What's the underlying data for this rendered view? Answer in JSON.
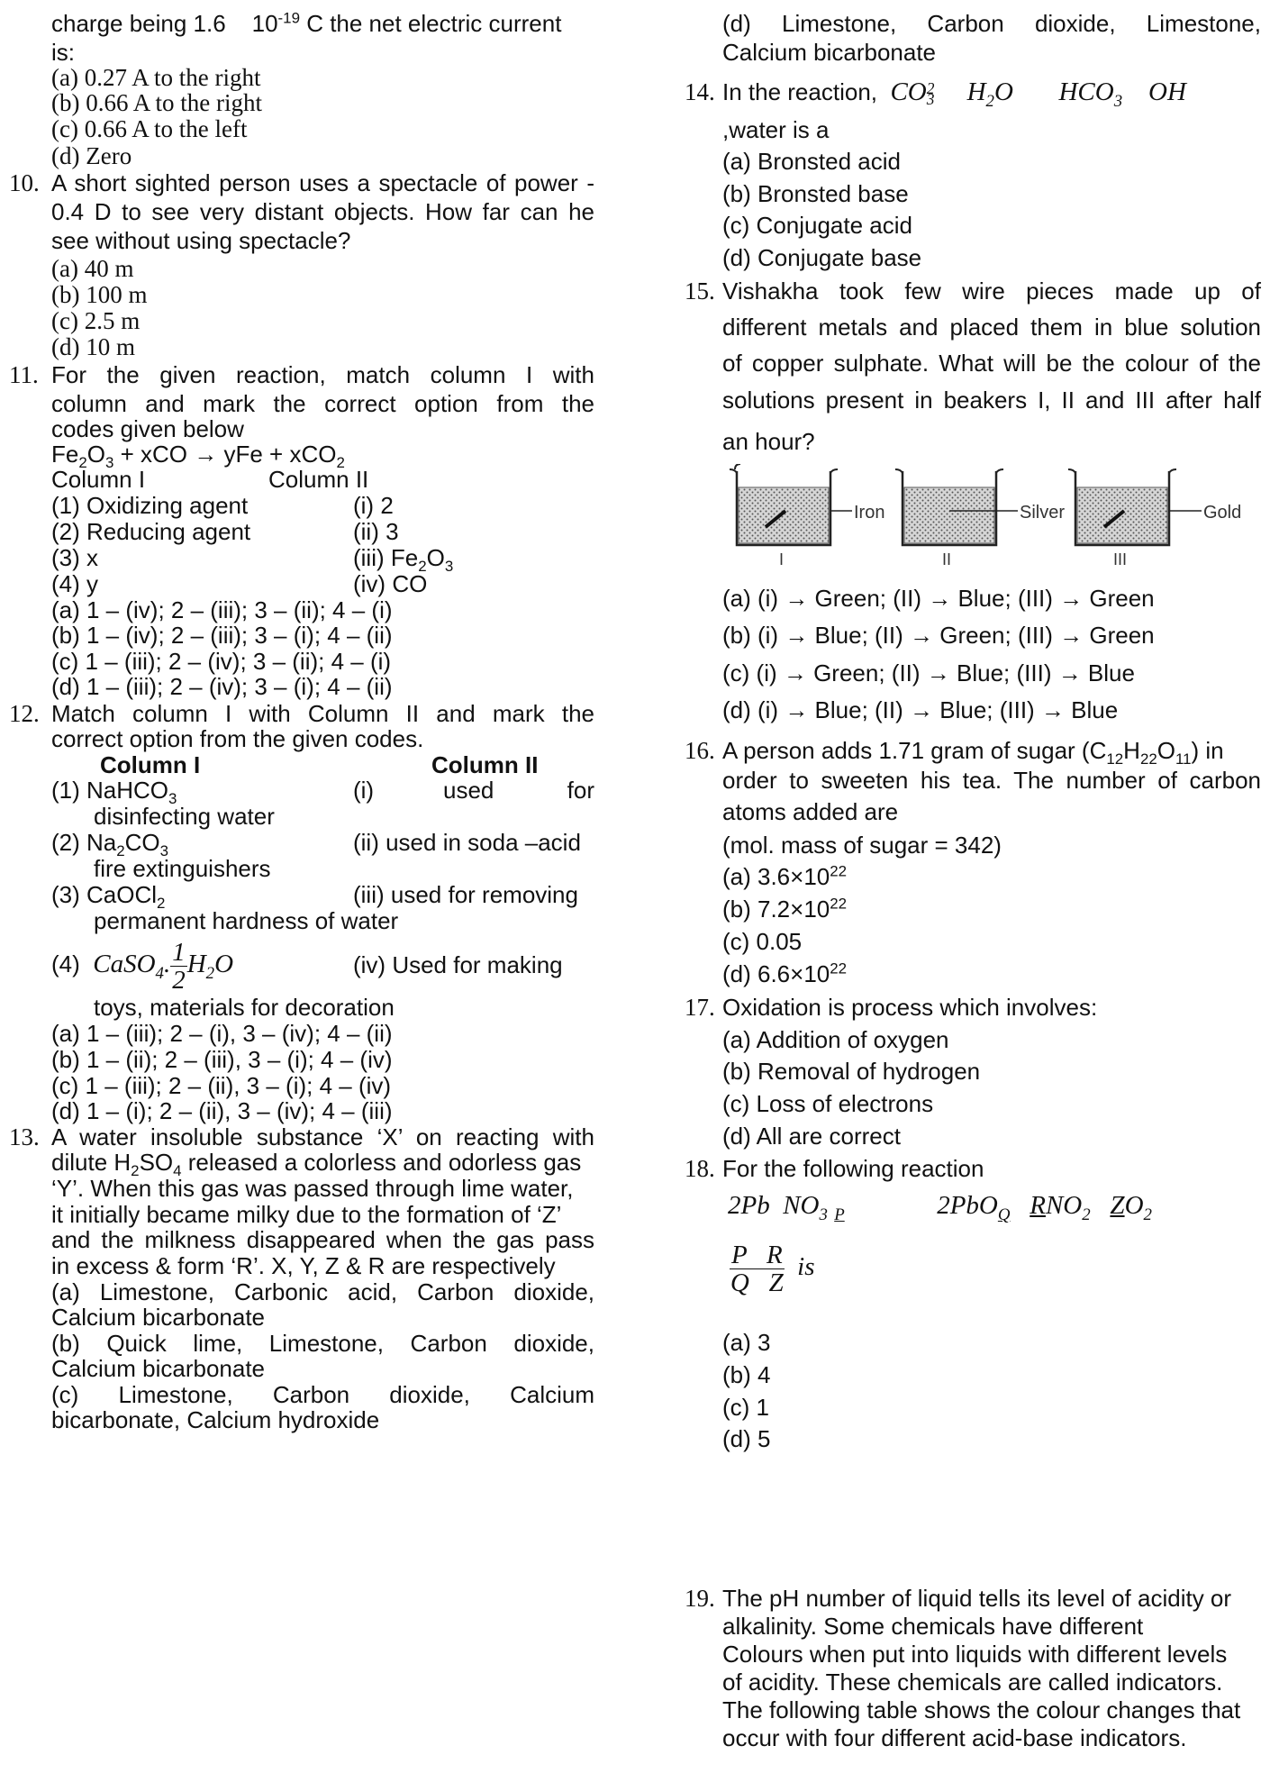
{
  "left": {
    "q9": {
      "cont1": "charge being 1.6",
      "cont1b": "10",
      "cont1sup": "-19",
      "cont1c": " C the net electric current",
      "cont2": "is:",
      "a": "(a)  0.27 A to the right",
      "b": "(b)  0.66 A to the right",
      "c": "(c)  0.66 A to the left",
      "d": "(d)  Zero"
    },
    "q10": {
      "num": "10.",
      "l1": "A short sighted person uses a spectacle of power -",
      "l2": "0.4 D to see very distant objects. How far can he",
      "l3": "see without using spectacle?",
      "a": "(a)  40 m",
      "b": "(b)  100 m",
      "c": "(c)  2.5 m",
      "d": "(d)  10 m"
    },
    "q11": {
      "num": "11.",
      "l1": "For the given reaction, match column I with",
      "l2": "column and mark the correct option from the",
      "l3": "codes given below",
      "eq_a": "Fe",
      "eq_a2": "2",
      "eq_b": "O",
      "eq_b2": "3",
      "eq_c": " + xCO → yFe + xCO",
      "eq_c2": "2",
      "col1": "Column I",
      "col2": "Column II",
      "r1a": "(1)  Oxidizing agent",
      "r1b": "(i) 2",
      "r2a": "(2)  Reducing agent",
      "r2b": "(ii) 3",
      "r3a": "(3)  x",
      "r3b1": "(iii) Fe",
      "r3b2": "2",
      "r3b3": "O",
      "r3b4": "3",
      "r4a": "(4)  y",
      "r4b": "(iv) CO",
      "a": "(a)  1 – (iv); 2 – (iii); 3 – (ii); 4 – (i)",
      "b": "(b)  1 – (iv); 2 – (iii); 3 – (i); 4 – (ii)",
      "c": "(c)  1 – (iii); 2 – (iv); 3 – (ii); 4 – (i)",
      "d": "(d)  1 – (iii); 2 – (iv); 3 – (i); 4 – (ii)"
    },
    "q12": {
      "num": "12.",
      "l1": "Match column I with Column II and mark the",
      "l2": "correct option from the given codes.",
      "col1": "Column I",
      "col2": "Column II",
      "r1a": "(1)  NaHCO",
      "r1a2": "3",
      "r1b1": "(i)",
      "r1b2": "used",
      "r1b3": "for",
      "r1c": "disinfecting water",
      "r2a": "(2)  Na",
      "r2a2": "2",
      "r2a3": "CO",
      "r2a4": "3",
      "r2b": "(ii) used in soda –acid",
      "r2c": "fire extinguishers",
      "r3a": "(3)  CaOCl",
      "r3a2": "2",
      "r3b": "(iii) used for removing",
      "r3c": "permanent hardness of water",
      "r4a": "(4)",
      "r4f1": "CaSO",
      "r4f1s": "4",
      "r4f2": ".",
      "r4num": "1",
      "r4den": "2",
      "r4f3": "H",
      "r4f3s": "2",
      "r4f4": "O",
      "r4b": "(iv)  Used  for  making",
      "r4c": "toys, materials for decoration",
      "a": "(a)  1 – (iii); 2 – (i), 3 – (iv); 4 – (ii)",
      "b": "(b)  1 – (ii); 2 – (iii), 3 – (i); 4 – (iv)",
      "c": "(c)  1 – (iii); 2 – (ii), 3 – (i); 4 – (iv)",
      "d": "(d)  1 – (i); 2 – (ii), 3 – (iv); 4 – (iii)"
    },
    "q13": {
      "num": "13.",
      "l1": "A water insoluble substance ‘X’ on reacting with",
      "l2a": "dilute H",
      "l2s": "2",
      "l2b": "SO",
      "l2s2": "4",
      "l2c": " released a colorless and odorless gas",
      "l3": "‘Y’. When this gas was passed through lime water,",
      "l4": "it initially became milky due to the formation of ‘Z’",
      "l5": "and the milkness disappeared when the gas pass",
      "l6": "in excess & form ‘R’. X, Y, Z & R are respectively",
      "a1": "(a)  Limestone, Carbonic acid, Carbon dioxide,",
      "a2": "Calcium bicarbonate",
      "b1": "(b)  Quick lime, Limestone, Carbon dioxide,",
      "b2": "Calcium bicarbonate",
      "c1": "(c)  Limestone,  Carbon  dioxide,  Calcium",
      "c2": "bicarbonate, Calcium hydroxide"
    }
  },
  "right": {
    "q13d": {
      "d1": "(d)  Limestone,  Carbon  dioxide,  Limestone,",
      "d2": "Calcium bicarbonate"
    },
    "q14": {
      "num": "14.",
      "l1a": "In the reaction,",
      "eq1": "CO",
      "eq1sub": "3",
      "eq1sup": "2",
      "eq2": "H",
      "eq2sub": "2",
      "eq2b": "O",
      "eq3": "HCO",
      "eq3sub": "3",
      "eq4": "OH",
      "l2": ",water is a",
      "a": "(a)  Bronsted acid",
      "b": "(b)  Bronsted base",
      "c": "(c)  Conjugate acid",
      "d": "(d)  Conjugate base"
    },
    "q15": {
      "num": "15.",
      "l1": "Vishakha took few wire pieces made up of",
      "l2": "different metals and placed them in blue solution",
      "l3": "of copper sulphate. What will be the colour of the",
      "l4": "solutions present in beakers I, II and III after half",
      "l5": "an hour?",
      "fig_labels": {
        "iron": "Iron",
        "silver": "Silver",
        "gold": "Gold",
        "b1": "I",
        "b2": "II",
        "b3": "III"
      },
      "a": "(a)  (i) → Green; (II) → Blue; (III) → Green",
      "b": "(b)  (i) → Blue; (II) → Green; (III) → Green",
      "c": "(c)  (i) → Green; (II) → Blue; (III) → Blue",
      "d": "(d)  (i) → Blue; (II) → Blue; (III) → Blue"
    },
    "q16": {
      "num": "16.",
      "l1a": "A person adds 1.71 gram of sugar (C",
      "s1": "12",
      "l1b": "H",
      "s2": "22",
      "l1c": "O",
      "s3": "11",
      "l1d": ") in",
      "l2": "order to sweeten his tea. The number of carbon",
      "l3": "atoms added are",
      "l4": "(mol. mass of sugar = 342)",
      "a": "(a)  3.6×10",
      "asup": "22",
      "b": "(b)  7.2×10",
      "bsup": "22",
      "c": "(c)  0.05",
      "d": "(d)  6.6×10",
      "dsup": "22"
    },
    "q17": {
      "num": "17.",
      "l1": "Oxidation is process which involves:",
      "a": "(a)  Addition of oxygen",
      "b": "(b)  Removal of hydrogen",
      "c": "(c)  Loss of electrons",
      "d": "(d)  All are correct"
    },
    "q18": {
      "num": "18.",
      "l1": "For the following reaction",
      "e1": "2Pb",
      "e2": "NO",
      "e2s": "3",
      "e2p": "P",
      "e3": "2PbO",
      "e3q": "Q",
      "e4r": "R",
      "e4": "NO",
      "e4s": "2",
      "e5z": "Z",
      "e5": "O",
      "e5s": "2",
      "fnum": "P   R",
      "fden": "Q   Z",
      "fis": "is",
      "a": "(a)  3",
      "b": "(b)  4",
      "c": "(c)  1",
      "d": "(d)  5"
    },
    "q19": {
      "num": "19.",
      "l1": "The pH number of liquid tells its level of acidity or",
      "l2": "alkalinity. Some chemicals have different",
      "l3": "Colours when put into liquids with different levels",
      "l4": "of acidity. These chemicals are called indicators.",
      "l5": "The following table shows the colour changes that",
      "l6": "occur with four different acid-base indicators."
    }
  }
}
